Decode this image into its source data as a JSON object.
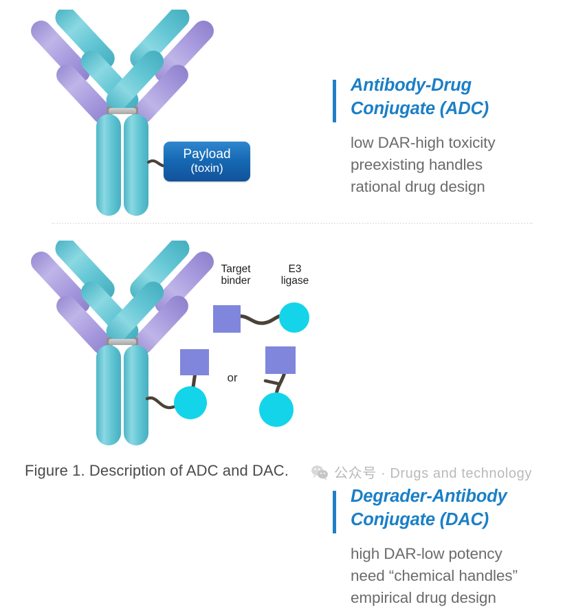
{
  "figure": {
    "caption": "Figure 1. Description of ADC and DAC.",
    "background_color": "#ffffff"
  },
  "colors": {
    "heading_blue": "#1b7fc6",
    "accent_bar_blue": "#2080c8",
    "body_gray": "#6b6b6b",
    "heavy_chain_teal": "#5cc3d0",
    "light_chain_purple": "#a99bdc",
    "hinge_gray": "#b5b5b5",
    "linker_dark": "#4a4238",
    "payload_blue": "#1668b3",
    "target_binder_square": "#7f86dc",
    "e3_ligase_circle": "#14d4ea",
    "divider_dotted": "#e9e9e9",
    "watermark_gray": "#b9b9b9"
  },
  "panels": [
    {
      "id": "adc",
      "heading": "Antibody-Drug\nConjugate (ADC)",
      "bullets": [
        "low DAR-high toxicity",
        "preexisting handles",
        "rational drug design"
      ],
      "payload": {
        "title": "Payload",
        "subtitle": "(toxin)"
      }
    },
    {
      "id": "dac",
      "heading": "Degrader-Antibody\nConjugate (DAC)",
      "bullets": [
        "high DAR-low potency",
        "need “chemical handles”",
        "empirical drug design"
      ],
      "legend": {
        "target_binder": "Target\nbinder",
        "e3_ligase": "E3\nligase",
        "or": "or"
      }
    }
  ],
  "watermark": {
    "icon": "wechat-icon",
    "text": "公众号 · Drugs and technology"
  }
}
